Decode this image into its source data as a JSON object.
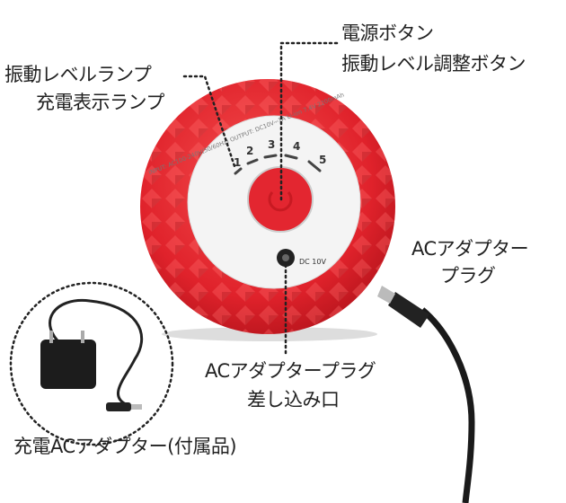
{
  "callouts": {
    "power_button": "電源ボタン",
    "level_button": "振動レベル調整ボタン",
    "level_lamp": "振動レベルランプ",
    "charge_lamp": "充電表示ランプ",
    "ac_plug_line1": "ACアダプター",
    "ac_plug_line2": "プラグ",
    "port_line1": "ACアダプタープラグ",
    "port_line2": "差し込み口",
    "adapter": "充電ACアダプター(付属品)"
  },
  "product_print": {
    "levels": [
      "1",
      "2",
      "3",
      "4",
      "5"
    ],
    "spec": "INPUT: AC100-240V(50/60Hz) OUTPUT: DC10V⎓1A Li-ion 7.4V 2200mAh",
    "dc_label": "DC 10V"
  },
  "colors": {
    "ball": "#e8262f",
    "disc": "#f4f4f4",
    "cable": "#1a1a1a"
  }
}
